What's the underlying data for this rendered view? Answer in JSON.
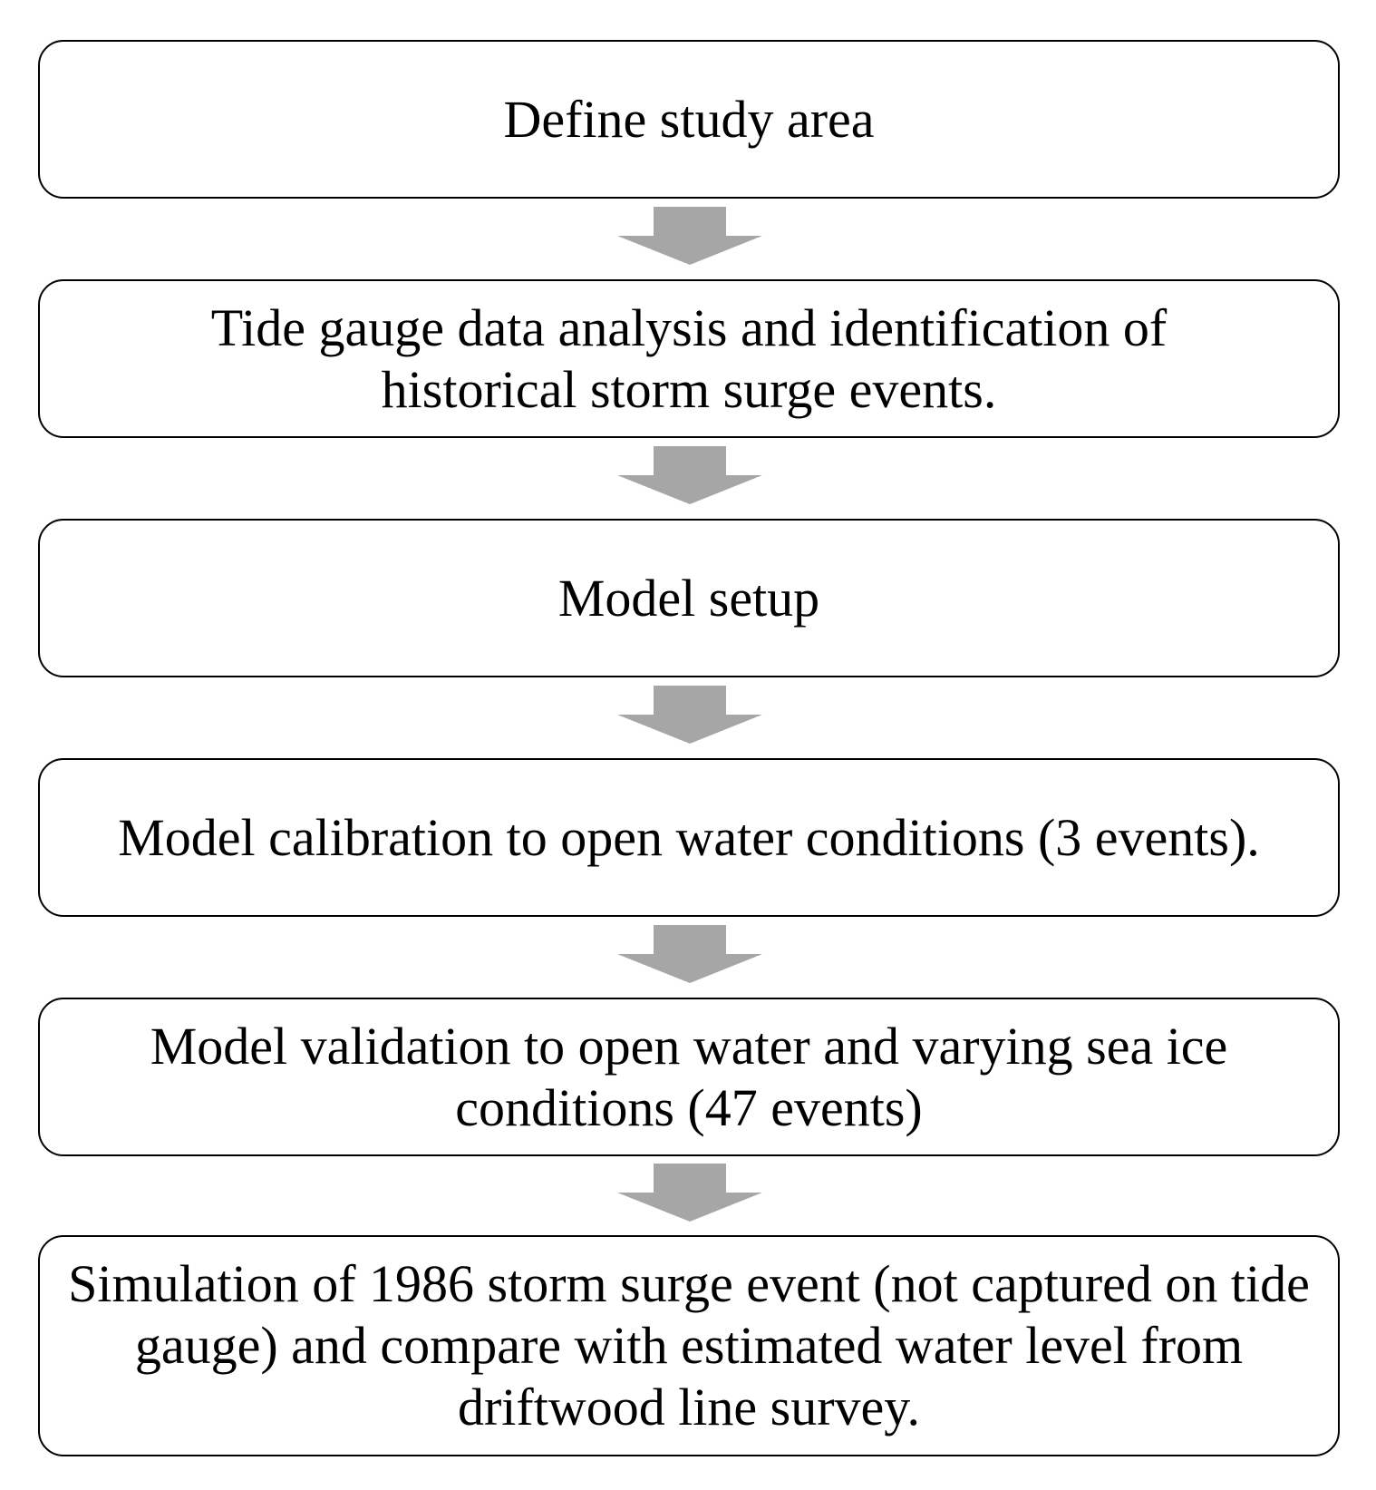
{
  "flow": {
    "steps": [
      {
        "text": "Define study area"
      },
      {
        "text": "Tide gauge data analysis and identification of historical storm surge events."
      },
      {
        "text": "Model setup"
      },
      {
        "text": "Model calibration to open water conditions (3 events)."
      },
      {
        "text": "Model validation to open water and varying sea ice conditions (47 events)"
      },
      {
        "text": "Simulation of 1986 storm surge event (not captured on tide gauge) and compare with estimated water level from driftwood line survey."
      }
    ],
    "box_border_color": "#000000",
    "arrow_color": "#a6a6a6",
    "arrow_icon": "down-arrow-icon"
  }
}
